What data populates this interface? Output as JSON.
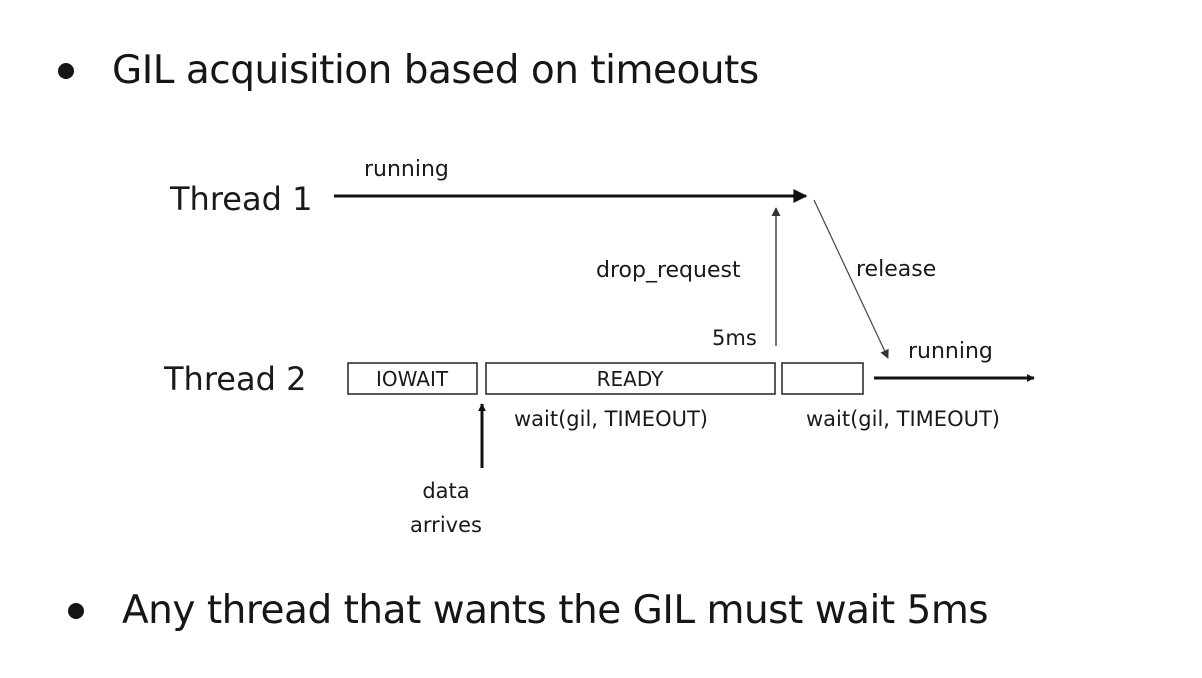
{
  "bullets": [
    "GIL acquisition based on timeouts",
    "Any thread that wants the GIL must wait 5ms"
  ],
  "diagram": {
    "threads": [
      "Thread 1",
      "Thread 2"
    ],
    "states": [
      "IOWAIT",
      "READY",
      ""
    ],
    "labels": {
      "thread1_running": "running",
      "thread2_running": "running",
      "drop_request": "drop_request",
      "release": "release",
      "timeout_interval": "5ms",
      "wait_call_1": "wait(gil, TIMEOUT)",
      "wait_call_2": "wait(gil, TIMEOUT)",
      "data_arrives_line1": "data",
      "data_arrives_line2": "arrives"
    }
  }
}
